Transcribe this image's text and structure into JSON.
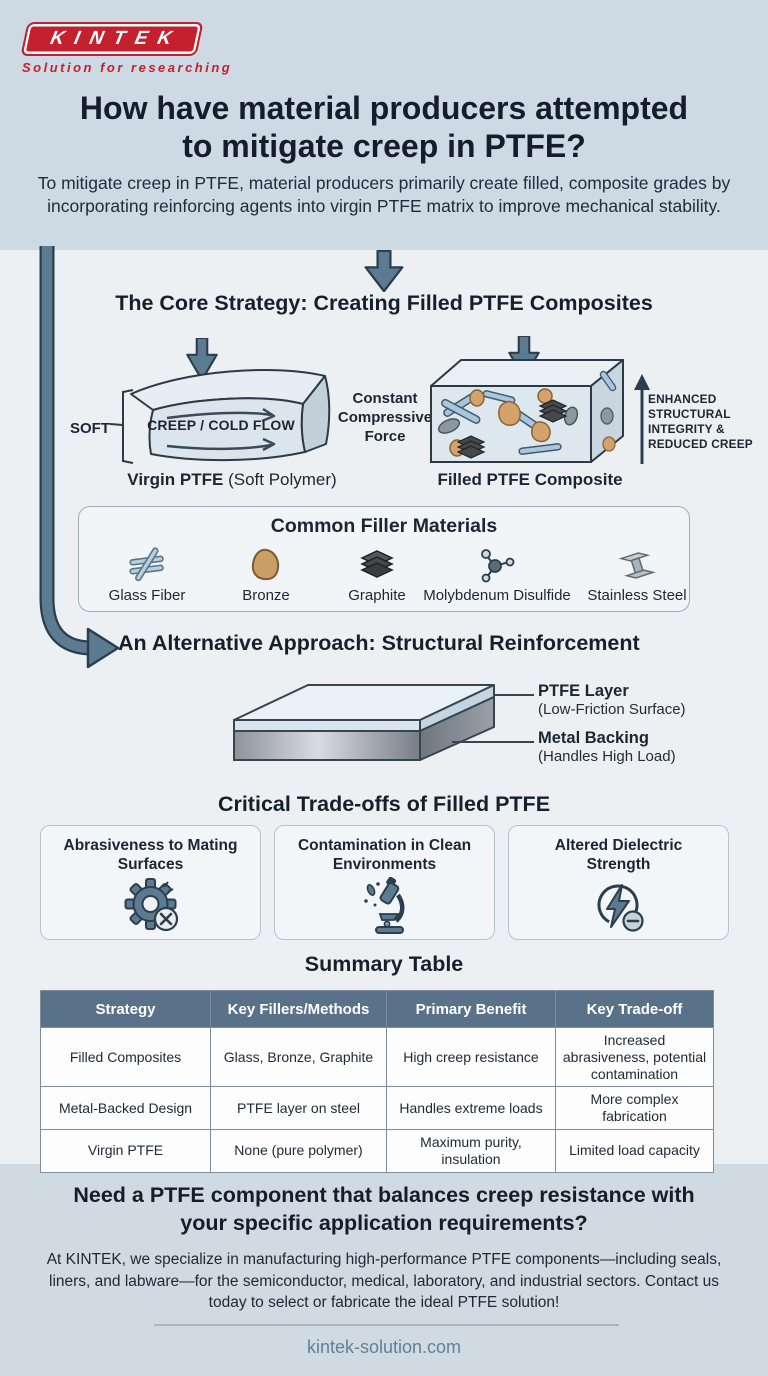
{
  "logo": {
    "name": "KINTEK",
    "tagline": "Solution for researching"
  },
  "header": {
    "title_line1": "How have material producers attempted",
    "title_line2": "to mitigate creep in PTFE?",
    "subtitle": "To mitigate creep in PTFE, material producers primarily create filled, composite grades by incorporating reinforcing agents into virgin PTFE matrix to improve mechanical stability."
  },
  "core_strategy": {
    "heading": "The Core Strategy: Creating Filled PTFE Composites",
    "virgin": {
      "soft_label": "SOFT",
      "inner_label": "CREEP / COLD FLOW",
      "caption_bold": "Virgin PTFE",
      "caption_rest": " (Soft Polymer)"
    },
    "force_label": "Constant Compressive Force",
    "filled": {
      "benefit": "ENHANCED STRUCTURAL INTEGRITY & REDUCED CREEP",
      "caption_bold": "Filled PTFE Composite"
    }
  },
  "fillers": {
    "heading": "Common Filler Materials",
    "items": [
      {
        "label": "Glass Fiber",
        "icon": "glass-fiber-icon"
      },
      {
        "label": "Bronze",
        "icon": "bronze-icon"
      },
      {
        "label": "Graphite",
        "icon": "graphite-icon"
      },
      {
        "label": "Molybdenum Disulfide",
        "icon": "molecule-icon"
      },
      {
        "label": "Stainless Steel",
        "icon": "i-beam-icon"
      }
    ]
  },
  "alternative": {
    "heading": "An Alternative Approach: Structural Reinforcement",
    "ptfe_label_bold": "PTFE Layer",
    "ptfe_label_sub": "(Low-Friction Surface)",
    "metal_label_bold": "Metal Backing",
    "metal_label_sub": "(Handles High Load)"
  },
  "tradeoffs": {
    "heading": "Critical Trade-offs of Filled PTFE",
    "cards": [
      {
        "title": "Abrasiveness to Mating Surfaces",
        "icon": "gear-icon"
      },
      {
        "title": "Contamination in Clean Environments",
        "icon": "microscope-icon"
      },
      {
        "title": "Altered Dielectric Strength",
        "icon": "lightning-icon"
      }
    ]
  },
  "summary": {
    "heading": "Summary Table",
    "columns": [
      "Strategy",
      "Key Fillers/Methods",
      "Primary Benefit",
      "Key Trade-off"
    ],
    "rows": [
      [
        "Filled Composites",
        "Glass, Bronze, Graphite",
        "High creep resistance",
        "Increased abrasiveness, potential contamination"
      ],
      [
        "Metal-Backed Design",
        "PTFE layer on steel",
        "Handles extreme loads",
        "More complex fabrication"
      ],
      [
        "Virgin PTFE",
        "None (pure polymer)",
        "Maximum purity, insulation",
        "Limited load capacity"
      ]
    ]
  },
  "footer": {
    "heading_line1": "Need a PTFE component that balances creep resistance with",
    "heading_line2": "your specific application requirements?",
    "body": "At KINTEK, we specialize in manufacturing high-performance PTFE components—including seals, liners, and labware—for the semiconductor, medical, laboratory, and industrial sectors. Contact us today to select or fabricate the ideal PTFE solution!",
    "website": "kintek-solution.com"
  },
  "colors": {
    "brand_red": "#c4202e",
    "slate_accent": "#5d7b90",
    "slate_dark": "#2c3e4e",
    "header_band": "#cdd9e3",
    "table_header": "#5a7289"
  }
}
